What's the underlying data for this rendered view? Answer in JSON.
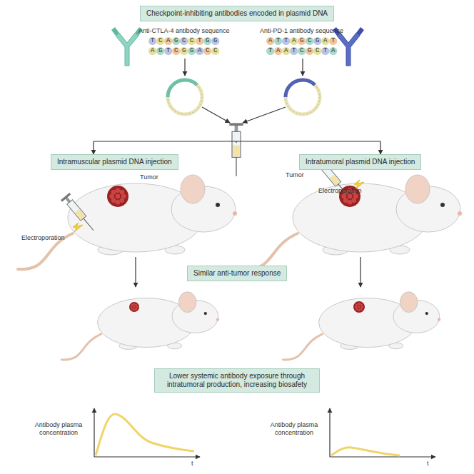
{
  "diagram": {
    "nodes": [
      {
        "text": [
          "Checkpoint-inhibiting antibodies encoded in plasmid DNA"
        ]
      },
      {
        "text": [
          "Intramuscular plasmid DNA injection"
        ]
      },
      {
        "text": [
          "Intratumoral plasmid DNA injection"
        ]
      },
      {
        "text": [
          "Similar anti-tumor response"
        ]
      },
      {
        "text": [
          "Lower systemic antibody exposure through intratumoral production, increasing biosafety"
        ]
      }
    ],
    "labels": [
      "Anti-CTLA-4 antibody sequence",
      "TCAGCCTGG",
      "AGTCGGACC",
      "Anti-PD-1 antibody sequence",
      "ATTAGCGAT",
      "TAATCGCTA",
      "Tumor",
      "Electroporation",
      "Tumor",
      "Electroporation",
      "Antibody plasma concentration",
      "t",
      "Antibody plasma concentration",
      "t"
    ]
  }
}
